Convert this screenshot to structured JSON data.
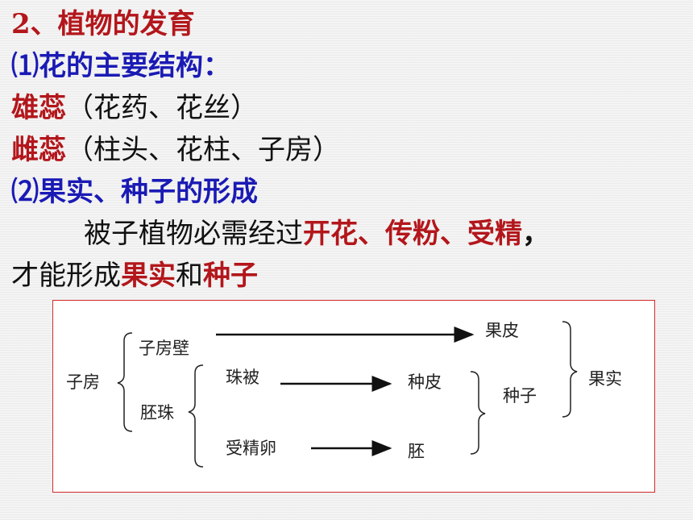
{
  "heading": {
    "number": "2、",
    "title": "植物的发育"
  },
  "section1": {
    "marker": "⑴",
    "title": "花的主要结构："
  },
  "stamen": {
    "term": "雄蕊",
    "parts": "（花药、花丝）"
  },
  "pistil": {
    "term": "雌蕊",
    "parts": "（柱头、花柱、子房）"
  },
  "section2": {
    "marker": "⑵",
    "title": "果实、种子的形成"
  },
  "paragraph": {
    "part1": "被子植物必需经过",
    "highlight1": "开花、传粉、受精",
    "comma": "，",
    "part2": "才能形成",
    "highlight2": "果实",
    "and": "和",
    "highlight3": "种子"
  },
  "diagram": {
    "ovary": "子房",
    "ovary_wall": "子房壁",
    "ovule": "胚珠",
    "integument": "珠被",
    "fertilized_egg": "受精卵",
    "pericarp": "果皮",
    "seed_coat": "种皮",
    "embryo": "胚",
    "seed": "种子",
    "fruit": "果实"
  }
}
